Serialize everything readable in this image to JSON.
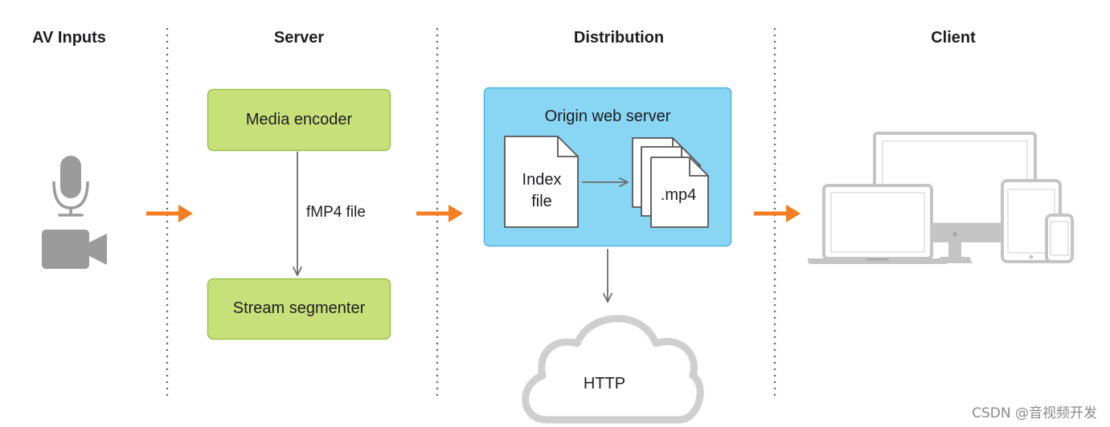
{
  "columns": {
    "av_inputs": "AV Inputs",
    "server": "Server",
    "distribution": "Distribution",
    "client": "Client"
  },
  "server": {
    "encoder_label": "Media encoder",
    "segmenter_label": "Stream segmenter",
    "edge_label": "fMP4 file"
  },
  "distribution": {
    "origin_label": "Origin web server",
    "index_file_line1": "Index",
    "index_file_line2": "file",
    "media_file_label": ".mp4",
    "cloud_label": "HTTP"
  },
  "watermark": "CSDN @音视频开发",
  "colors": {
    "flow_arrow": "#f57d22",
    "server_box_fill": "#c8e07a",
    "server_box_stroke": "#9cc14c",
    "origin_fill": "#88d6f4",
    "origin_stroke": "#4fb3dc",
    "device_gray": "#c4c4c4",
    "input_icon_gray": "#9b9b9b"
  },
  "icons": [
    "microphone-icon",
    "video-camera-icon",
    "document-icon",
    "cloud-icon",
    "laptop-icon",
    "desktop-monitor-icon",
    "tablet-icon",
    "phone-icon"
  ]
}
